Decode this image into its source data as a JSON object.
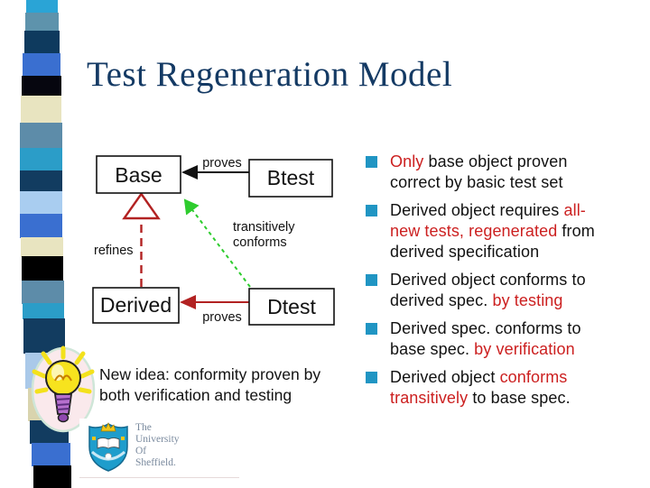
{
  "slide": {
    "title": "Test Regeneration Model"
  },
  "colors": {
    "title_navy": "#143A64",
    "text_black": "#121212",
    "accent_red": "#CC2020",
    "bullet_teal": "#2095C3",
    "arrow_red": "#B22222",
    "arrow_green": "#2ECC2E",
    "arrow_black": "#111111",
    "shield_teal": "#1E9DCC",
    "crown_yellow": "#F2C618",
    "logo_text_gray": "#7A8A9E"
  },
  "diagram": {
    "boxes": {
      "base": "Base",
      "btest": "Btest",
      "derived": "Derived",
      "dtest": "Dtest"
    },
    "labels": {
      "proves_top": "proves",
      "proves_bottom": "proves",
      "refines": "refines",
      "transitively": "transitively",
      "conforms": "conforms"
    }
  },
  "bullets": [
    {
      "lines": [
        [
          {
            "t": "Only",
            "red": true
          },
          {
            "t": " base object proven"
          }
        ],
        [
          {
            "t": "correct by basic test set"
          }
        ]
      ]
    },
    {
      "lines": [
        [
          {
            "t": "Derived object requires "
          },
          {
            "t": "all-",
            "red": true
          }
        ],
        [
          {
            "t": "new tests, regenerated",
            "red": true
          },
          {
            "t": " from"
          }
        ],
        [
          {
            "t": "derived specification"
          }
        ]
      ]
    },
    {
      "lines": [
        [
          {
            "t": "Derived object conforms to"
          }
        ],
        [
          {
            "t": "derived spec. "
          },
          {
            "t": "by testing",
            "red": true
          }
        ]
      ]
    },
    {
      "lines": [
        [
          {
            "t": "Derived spec. conforms to"
          }
        ],
        [
          {
            "t": "base spec. "
          },
          {
            "t": "by verification",
            "red": true
          }
        ]
      ]
    },
    {
      "lines": [
        [
          {
            "t": "Derived object "
          },
          {
            "t": "conforms",
            "red": true
          }
        ],
        [
          {
            "t": "transitively",
            "red": true
          },
          {
            "t": " to base spec."
          }
        ]
      ]
    }
  ],
  "note": {
    "lines": [
      "New idea: conformity proven by",
      "both verification and testing"
    ]
  },
  "logo": {
    "lines": [
      "The",
      "University",
      "Of",
      "Sheffield."
    ]
  },
  "sidebar": {
    "blocks": [
      {
        "c": "#2AA4D6",
        "h": 14
      },
      {
        "c": "#5E93AC",
        "h": 20
      },
      {
        "c": "#0E3A5E",
        "h": 25
      },
      {
        "c": "#3A6FD0",
        "h": 25
      },
      {
        "c": "#06060F",
        "h": 22
      },
      {
        "c": "#E8E4C0",
        "h": 30
      },
      {
        "c": "#5D8CA9",
        "h": 28
      },
      {
        "c": "#2B9DC8",
        "h": 25
      },
      {
        "c": "#123C60",
        "h": 23
      },
      {
        "c": "#A9CDF0",
        "h": 25
      },
      {
        "c": "#3A6FD0",
        "h": 26
      },
      {
        "c": "#E8E4C0",
        "h": 21
      },
      {
        "c": "#000000",
        "h": 27
      },
      {
        "c": "#5D8CA9",
        "h": 25
      },
      {
        "c": "#2B9DC8",
        "h": 17
      },
      {
        "c": "#123C60",
        "h": 38
      },
      {
        "c": "#AAC9E9",
        "h": 39
      },
      {
        "c": "#D9D4AE",
        "h": 36
      },
      {
        "c": "#123C60",
        "h": 25
      },
      {
        "c": "#3A6FD0",
        "h": 25
      },
      {
        "c": "#000000",
        "h": 24
      }
    ]
  }
}
